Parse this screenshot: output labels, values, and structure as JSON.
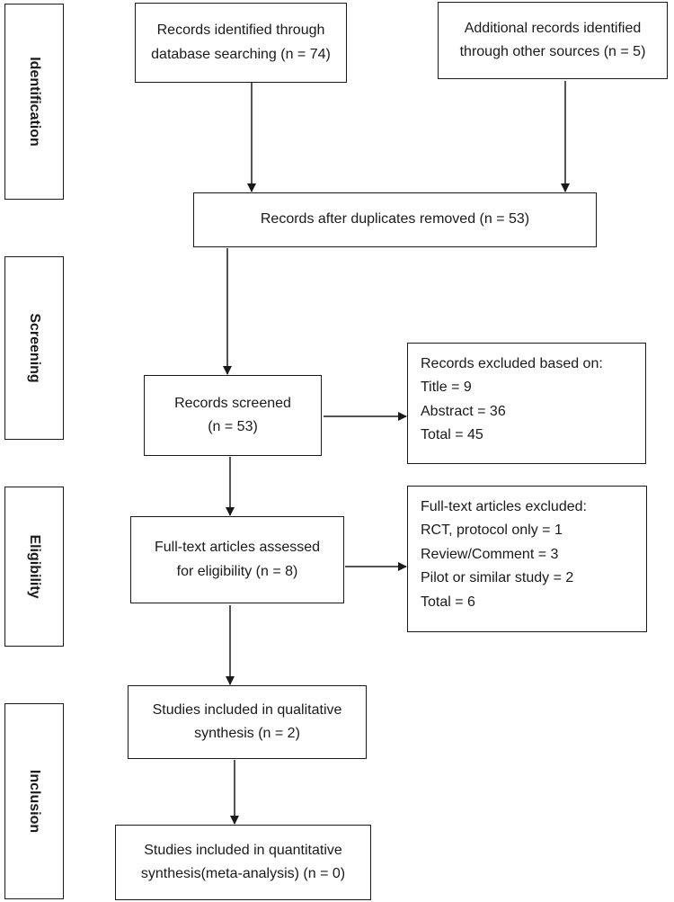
{
  "stages": [
    {
      "id": "identification",
      "label": "Identification"
    },
    {
      "id": "screening",
      "label": "Screening"
    },
    {
      "id": "eligibility",
      "label": "Eligibility"
    },
    {
      "id": "inclusion",
      "label": "Inclusion"
    }
  ],
  "boxes": {
    "database": {
      "lines": [
        "Records identified through",
        "database searching (n = 74)"
      ]
    },
    "other": {
      "lines": [
        "Additional records identified",
        "through other sources (n = 5)"
      ]
    },
    "duplicates": {
      "lines": [
        "Records after duplicates removed (n = 53)"
      ]
    },
    "screened": {
      "lines": [
        "Records screened",
        "(n = 53)"
      ]
    },
    "excluded_screen": {
      "lines": [
        "Records excluded based on:",
        "Title = 9",
        "Abstract = 36",
        "Total = 45"
      ]
    },
    "fulltext": {
      "lines": [
        "Full-text articles assessed",
        "for eligibility (n = 8)"
      ]
    },
    "excluded_fulltext": {
      "lines": [
        "Full-text articles excluded:",
        "RCT, protocol only = 1",
        "Review/Comment = 3",
        "Pilot or similar study = 2",
        "Total = 6"
      ]
    },
    "qualitative": {
      "lines": [
        "Studies included in qualitative",
        "synthesis (n = 2)"
      ]
    },
    "quantitative": {
      "lines": [
        "Studies included in quantitative",
        "synthesis(meta-analysis) (n = 0)"
      ]
    }
  }
}
